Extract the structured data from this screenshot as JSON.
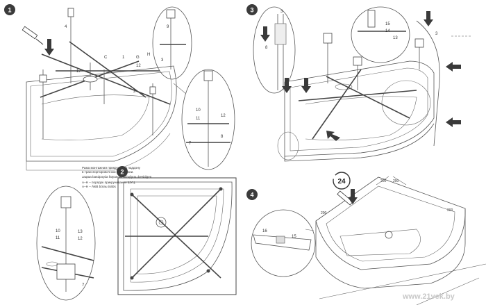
{
  "steps": [
    {
      "number": "1"
    },
    {
      "number": "2"
    },
    {
      "number": "3"
    },
    {
      "number": "4"
    }
  ],
  "caption": {
    "line1": "Рама монтажная прикручена к поддону",
    "line2": "в транспортировочном положении.",
    "line3": "Jaqtaa basdpoyda fatyandikbschqfyrnu beskilgen.",
    "line4": "А–Н – порядок прикручивания ШУЦ",
    "line5": "A–H – ÄkiB börau tüitös"
  },
  "step4": {
    "timer_label": "24",
    "dims": [
      "200",
      "200",
      "200",
      "200"
    ],
    "detail_labels": [
      "16",
      "15"
    ]
  },
  "step3": {
    "detail_labels": [
      "3",
      "8",
      "15",
      "14",
      "13",
      "3"
    ]
  },
  "step1": {
    "labels": [
      "4",
      "9",
      "17",
      "C",
      "G",
      "H",
      "12",
      "1",
      "2",
      "3",
      "10",
      "11",
      "12",
      "8",
      "7",
      "10",
      "11",
      "13",
      "12",
      "7"
    ]
  },
  "watermark": "www.21vek.by"
}
